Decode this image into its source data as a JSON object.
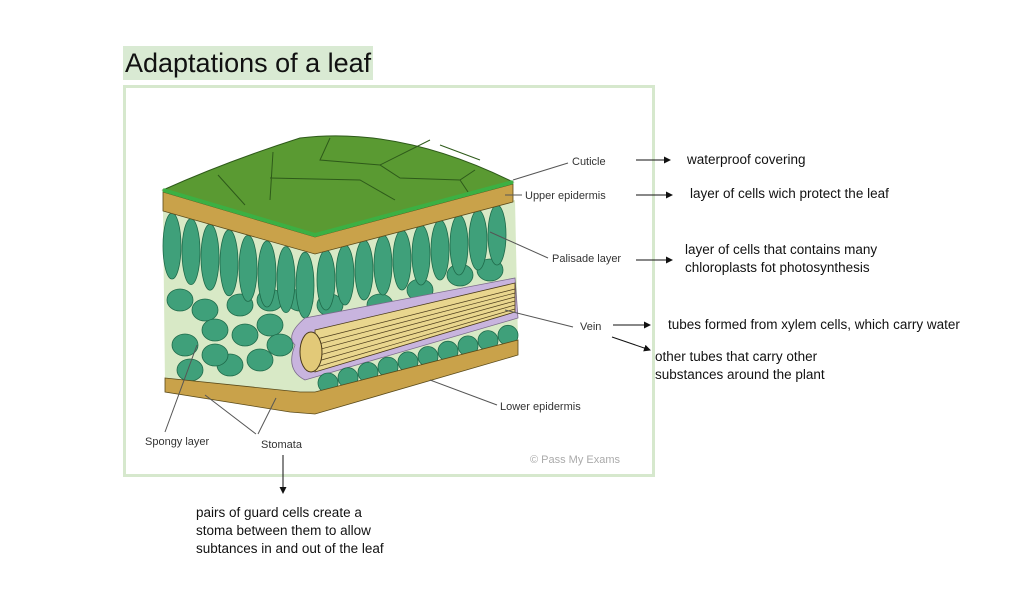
{
  "title": "Adaptations of a leaf",
  "diagram": {
    "labels": {
      "cuticle": "Cuticle",
      "upper_epidermis": "Upper epidermis",
      "palisade": "Palisade layer",
      "vein": "Vein",
      "lower_epidermis": "Lower epidermis",
      "spongy": "Spongy layer",
      "stomata": "Stomata"
    },
    "copyright": "© Pass My Exams"
  },
  "notes": {
    "cuticle": "waterproof covering",
    "upper_epidermis": "layer of cells wich protect the leaf",
    "palisade": [
      "layer of cells that contains many",
      "chloroplasts fot photosynthesis"
    ],
    "xylem": "tubes formed from xylem cells, which carry water",
    "phloem": [
      "other tubes that carry other",
      "substances around the plant"
    ],
    "stomata": [
      "pairs of guard cells create a",
      "stoma between them to allow",
      "subtances in and out of the leaf"
    ]
  },
  "colors": {
    "title_highlight": "#d9ead3",
    "leaf_top": "#5a9a32",
    "cuticle": "#3cb043",
    "epidermis": "#c9a24a",
    "cells": "#3fa07a",
    "vein": "#e9d68e",
    "vein_sheath": "#c8b4de"
  }
}
